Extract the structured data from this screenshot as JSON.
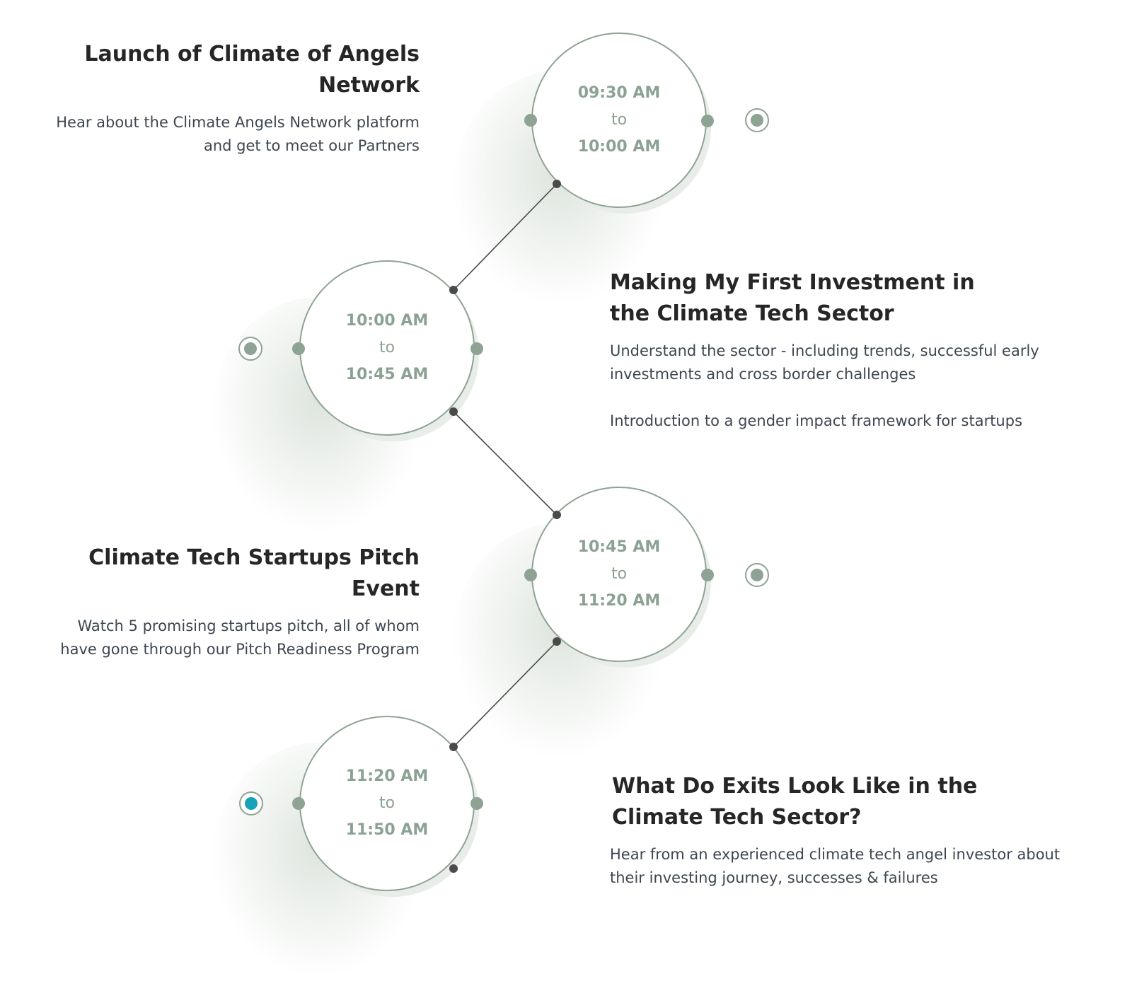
{
  "colors": {
    "accent": "#8ea393",
    "time_text": "#8ba293",
    "connector": "#4a4a4a",
    "active_marker": "#17a2b8",
    "title_text": "#262626",
    "body_text": "#3d4650"
  },
  "sessions": [
    {
      "time_start": "09:30 AM",
      "time_sep": "to",
      "time_end": "10:00 AM",
      "title_line1": "Launch of Climate of Angels",
      "title_line2": "Network",
      "desc_line1": "Hear about the Climate Angels Network platform",
      "desc_line2": "and get to meet our Partners",
      "desc_extra": "",
      "marker_state": "default"
    },
    {
      "time_start": "10:00 AM",
      "time_sep": "to",
      "time_end": "10:45 AM",
      "title_line1": "Making My First Investment in",
      "title_line2": "the Climate Tech Sector",
      "desc_line1": "Understand the sector - including trends, successful early",
      "desc_line2": "investments and cross border challenges",
      "desc_extra": "Introduction to a gender impact framework for startups",
      "marker_state": "default"
    },
    {
      "time_start": "10:45 AM",
      "time_sep": "to",
      "time_end": "11:20 AM",
      "title_line1": "Climate Tech Startups Pitch",
      "title_line2": "Event",
      "desc_line1": "Watch 5 promising startups pitch, all of whom",
      "desc_line2": "have gone through our Pitch Readiness Program",
      "desc_extra": "",
      "marker_state": "default"
    },
    {
      "time_start": "11:20 AM",
      "time_sep": "to",
      "time_end": "11:50 AM",
      "title_line1": "What Do Exits Look Like in the",
      "title_line2": "Climate Tech Sector?",
      "desc_line1": "Hear from an experienced climate tech angel investor about",
      "desc_line2": "their investing journey, successes & failures",
      "desc_extra": "",
      "marker_state": "active"
    }
  ]
}
